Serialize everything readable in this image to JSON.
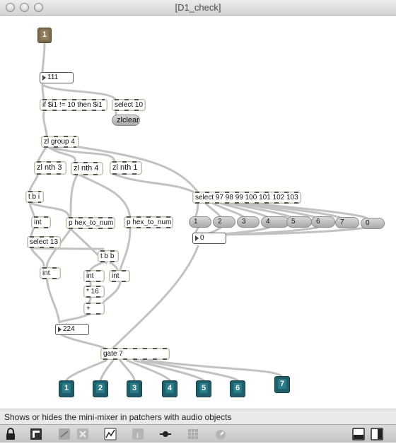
{
  "window": {
    "title": "[D1_check]"
  },
  "patch": {
    "inlet_label": "1",
    "number_111": "111",
    "if_box": "if $i1 != 10 then $i1",
    "select_10": "select 10",
    "zlclear": "zlclear",
    "zl_group": "zl group 4",
    "zl_nth_3": "zl nth 3",
    "zl_nth_4": "zl nth 4",
    "zl_nth_1": "zl nth 1",
    "t_b_i": "t b i",
    "int_a": "int",
    "p_hex_1": "p hex_to_num",
    "p_hex_2": "p hex_to_num",
    "select_13": "select 13",
    "t_b_b": "t b b",
    "int_b": "int",
    "int_c": "int",
    "int_d": "int",
    "times_16": "* 16",
    "plus": "+",
    "number_224": "224",
    "select_big": "select 97 98 99 100 101 102 103",
    "messages": [
      "1",
      "2",
      "3",
      "4",
      "5",
      "6",
      "7",
      "0"
    ],
    "number_0": "0",
    "gate": "gate 7",
    "outlets": [
      "1",
      "2",
      "3",
      "4",
      "5",
      "6",
      "7"
    ]
  },
  "status_text": "Shows or hides the mini-mixer in patchers with audio objects",
  "toolbar": {
    "icons": [
      "lock-icon",
      "presentation-icon",
      "patch-cords-icon",
      "clear-icon",
      "inspector-icon",
      "info-icon",
      "snap-icon",
      "grid-icon",
      "debug-icon",
      "left-panel-icon",
      "right-panel-icon"
    ]
  },
  "colors": {
    "inlet": "#7a6a4e",
    "outlet": "#1f5f6b",
    "wire": "#bdbdbd"
  }
}
